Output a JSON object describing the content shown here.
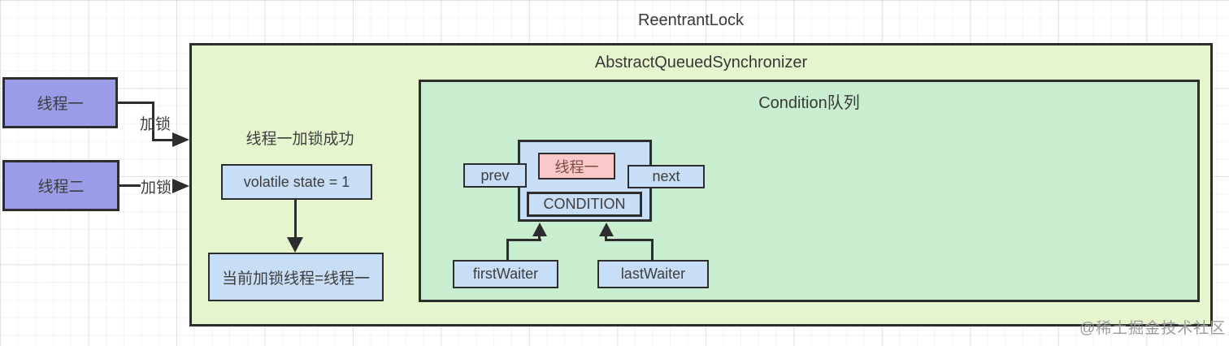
{
  "page": {
    "title": "ReentrantLock",
    "watermark": "@稀土掘金技术社区"
  },
  "threads": {
    "thread1_label": "线程一",
    "thread2_label": "线程二",
    "lock_action_label": "加锁"
  },
  "aqs": {
    "title": "AbstractQueuedSynchronizer",
    "lock_status_text": "线程一加锁成功",
    "state_label": "volatile state = 1",
    "owner_label": "当前加锁线程=线程一"
  },
  "condition_queue": {
    "title": "Condition队列",
    "node": {
      "thread_label": "线程一",
      "prev_label": "prev",
      "next_label": "next",
      "condition_label": "CONDITION"
    },
    "first_waiter_label": "firstWaiter",
    "last_waiter_label": "lastWaiter"
  },
  "colors": {
    "thread_box_fill": "#9a9ce7",
    "aqs_box_fill": "#e5f6cf",
    "condition_box_fill": "#c9edcf",
    "node_box_fill": "#c8ddf6",
    "waiting_thread_fill": "#f8c9c8",
    "border": "#2d2d2d",
    "text": "#3d3d3d",
    "waiting_thread_text": "#7d4b44",
    "watermark": "#9b9b9b"
  }
}
